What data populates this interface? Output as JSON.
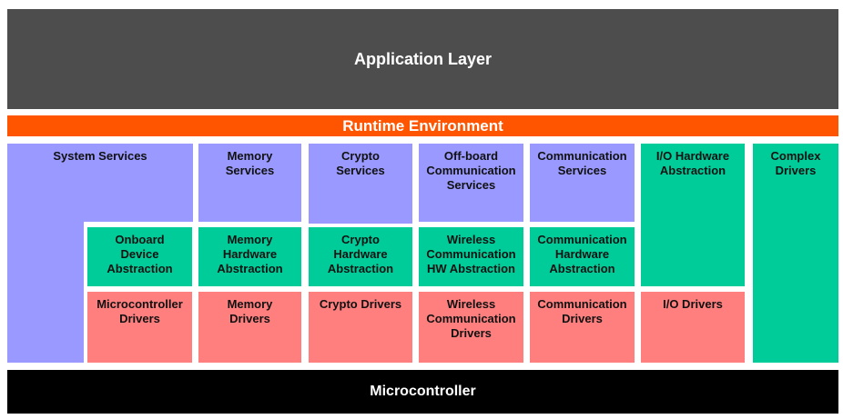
{
  "layers": {
    "application": "Application Layer",
    "runtime": "Runtime Environment",
    "microcontroller": "Microcontroller"
  },
  "services": {
    "system": "System Services",
    "memory": "Memory\nServices",
    "crypto": "Crypto\nServices",
    "offboard": "Off-board\nCommunication\nServices",
    "communication": "Communication\nServices"
  },
  "abstraction": {
    "onboard": "Onboard\nDevice\nAbstraction",
    "memory": "Memory\nHardware\nAbstraction",
    "crypto": "Crypto\nHardware\nAbstraction",
    "wireless": "Wireless\nCommunication\nHW Abstraction",
    "communication": "Communication\nHardware\nAbstraction",
    "io": "I/O Hardware\nAbstraction"
  },
  "drivers": {
    "microcontroller": "Microcontroller\nDrivers",
    "memory": "Memory\nDrivers",
    "crypto": "Crypto Drivers",
    "wireless": "Wireless\nCommunication\nDrivers",
    "communication": "Communication\nDrivers",
    "io": "I/O Drivers"
  },
  "complex": "Complex\nDrivers",
  "colors": {
    "application": "#4d4d4d",
    "runtime": "#ff5500",
    "services": "#9999ff",
    "abstraction": "#00cc99",
    "drivers": "#ff7f7f",
    "microcontroller": "#000000"
  }
}
